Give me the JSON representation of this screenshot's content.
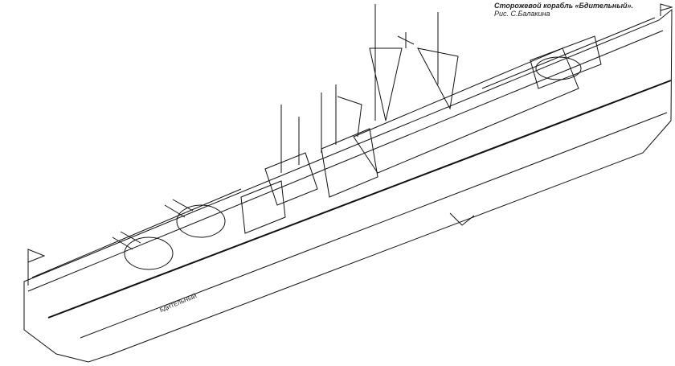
{
  "caption": {
    "title": "Сторожевой корабль «Бдительный».",
    "author": "Рис. С.Балакина"
  },
  "hull_name": "БДИТЕЛЬНЫЙ"
}
